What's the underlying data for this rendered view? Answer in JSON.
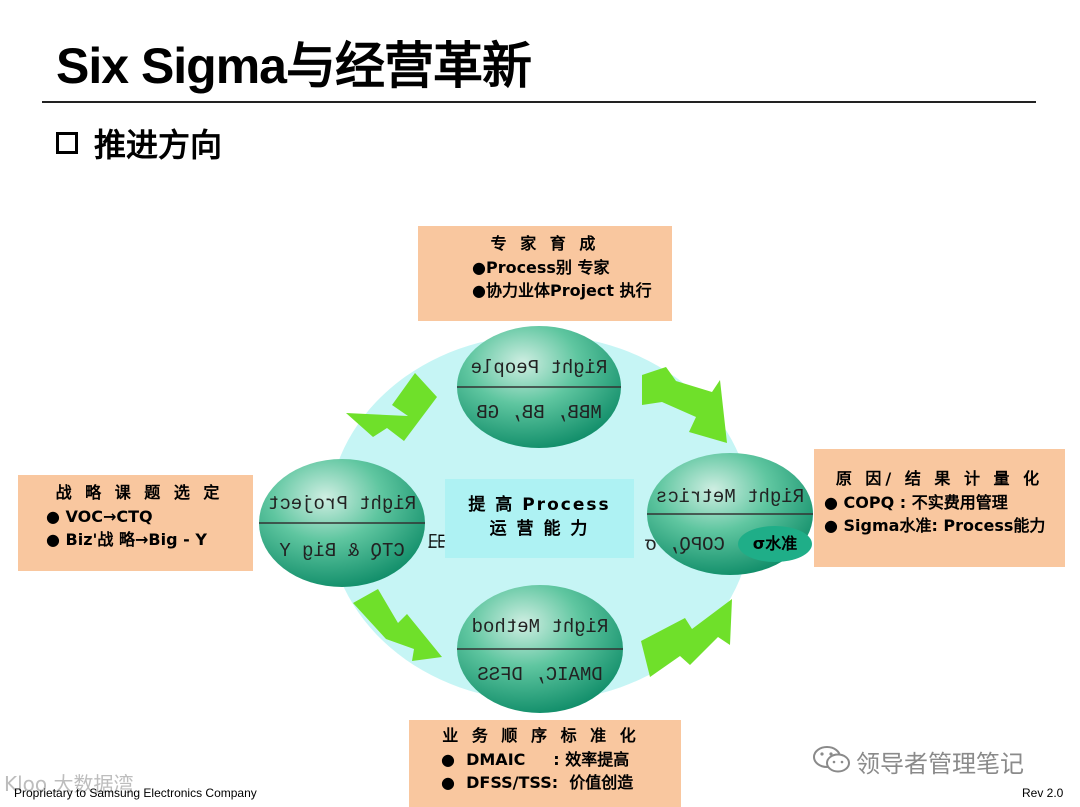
{
  "slide": {
    "title": "Six Sigma与经营革新",
    "subtitle": "推进方向",
    "footer_left": "Proprietary to Samsung Electronics Company",
    "footer_right": "Rev 2.0",
    "watermark": "领导者管理笔记",
    "corner_mark": "Kloo 大数据湾"
  },
  "center": {
    "line1": "提 高 Process",
    "line2": "运 营 能 力"
  },
  "boxes": {
    "top": {
      "heading": "专 家 育 成",
      "items": [
        "●Process别 专家",
        "●协力业体Project 执行"
      ]
    },
    "left": {
      "heading": "战 略 课 题 选 定",
      "items": [
        "● VOC→CTQ",
        "● Biz'战 略→Big - Y"
      ]
    },
    "right": {
      "heading": "原 因/ 结 果 计 量 化",
      "items": [
        "● COPQ : 不实费用管理",
        "● Sigma水准: Process能力"
      ]
    },
    "bottom": {
      "heading": "业 务 顺 序 标 准 化",
      "items": [
        "●  DMAIC     : 效率提高",
        "●  DFSS/TSS:  价值创造"
      ]
    }
  },
  "ellipses": {
    "top": {
      "upper": "Right People",
      "lower": "MBB, BB, GB"
    },
    "left": {
      "upper": "Right Project",
      "lower": "CTQ & Big Y"
    },
    "right": {
      "upper": "Right Metrics",
      "lower": "COPQ, σ"
    },
    "bottom": {
      "upper": "Right Method",
      "lower": "DMAIC, DFSS"
    }
  },
  "sigma_label": "σ水准",
  "left_glyph": "岀",
  "colors": {
    "ellipse": "#1aa87d",
    "halo": "#c6f5f5",
    "arrow": "#6fe02a",
    "box": "#f9c79f",
    "center": "#aef2f3"
  }
}
